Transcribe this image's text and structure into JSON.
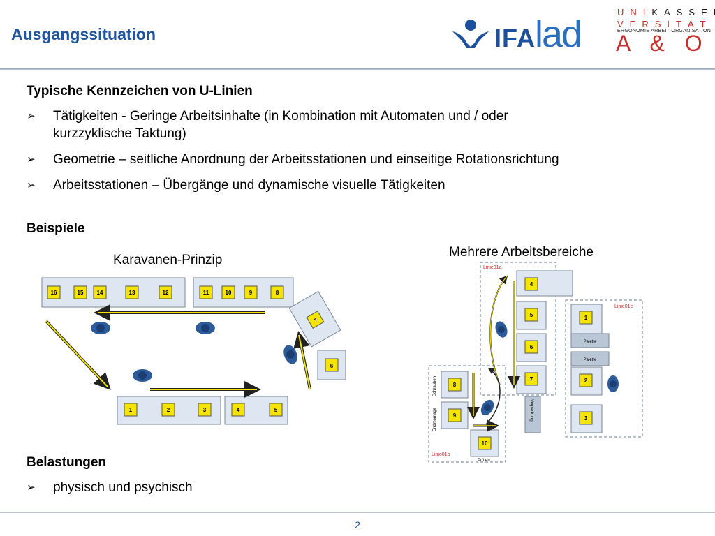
{
  "header": {
    "title": "Ausgangssituation",
    "logo_ifa_text": "IFA",
    "logo_iad_text": "lad",
    "uni_line1_plain": "UNI",
    "uni_line1_highlight": "KASSEL",
    "uni_line2_plain": "VERSITÄT",
    "uni_line3": "ERGONOMIE ARBEIT ORGANISATION",
    "uni_line4": "A & O"
  },
  "section1": {
    "heading": "Typische Kennzeichen von U-Linien",
    "bullets": [
      "Tätigkeiten - Geringe Arbeitsinhalte (in Kombination mit Automaten und / oder",
      "kurzzyklische Taktung)",
      "Geometrie – seitliche Anordnung der Arbeitsstationen und einseitige Rotationsrichtung",
      "Arbeitsstationen – Übergänge und dynamische visuelle Tätigkeiten"
    ]
  },
  "section2": {
    "heading": "Beispiele",
    "caption_left": "Karavanen-Prinzip",
    "caption_right": "Mehrere Arbeitsbereiche"
  },
  "diagram_left": {
    "stations_top_left": [
      "16",
      "15",
      "14",
      "13",
      "12"
    ],
    "stations_top_right": [
      "11",
      "10",
      "9",
      "8"
    ],
    "station_rotated": "7",
    "station_side": "6",
    "stations_bottom_left": [
      "1",
      "2",
      "3"
    ],
    "stations_bottom_right": [
      "4",
      "5"
    ]
  },
  "diagram_right": {
    "area_a_label": "Linie01a",
    "area_b_label": "Linio01b",
    "area_c_label": "Linie01c",
    "area_a_stations": [
      "4",
      "5",
      "6",
      "7"
    ],
    "area_b_stations": [
      "8",
      "9",
      "10"
    ],
    "area_c_stations": [
      "1",
      "2",
      "3"
    ],
    "palette_1": "Palette",
    "palette_2": "Palette",
    "verpackung": "Verpackung",
    "schrauben": "Schrauben",
    "endmontage": "Endmontage",
    "pruefen": "Prüfen"
  },
  "section3": {
    "heading": "Belastungen",
    "bullets": [
      "physisch und psychisch"
    ]
  },
  "footer": {
    "page_number": "2"
  },
  "colors": {
    "title_blue": "#1f55a0",
    "station_yellow": "#f5e400",
    "arrow_yellow": "#f2e600",
    "red_label": "#c9302c",
    "panel_blue": "#dde6f1"
  }
}
